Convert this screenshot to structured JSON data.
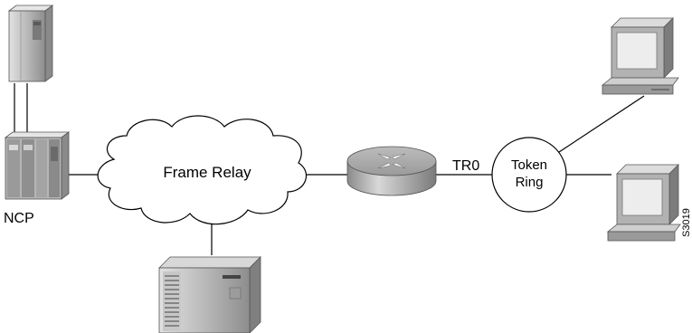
{
  "labels": {
    "ncp": "NCP",
    "cloud": "Frame Relay",
    "interface": "TR0",
    "ring_line1": "Token",
    "ring_line2": "Ring",
    "figure_id": "S3019"
  },
  "icons": {
    "mainframe": "mainframe-icon",
    "front_end_processor": "front-end-processor-icon",
    "cloud": "frame-relay-cloud-icon",
    "router": "router-icon",
    "server": "server-tower-icon",
    "workstation_top": "workstation-icon",
    "workstation_bottom": "workstation-icon",
    "ring": "token-ring-icon"
  },
  "colors": {
    "device_light": "#d4d4d4",
    "device_mid": "#a9a9a9",
    "device_dark": "#6e6e6e",
    "line": "#000000"
  }
}
